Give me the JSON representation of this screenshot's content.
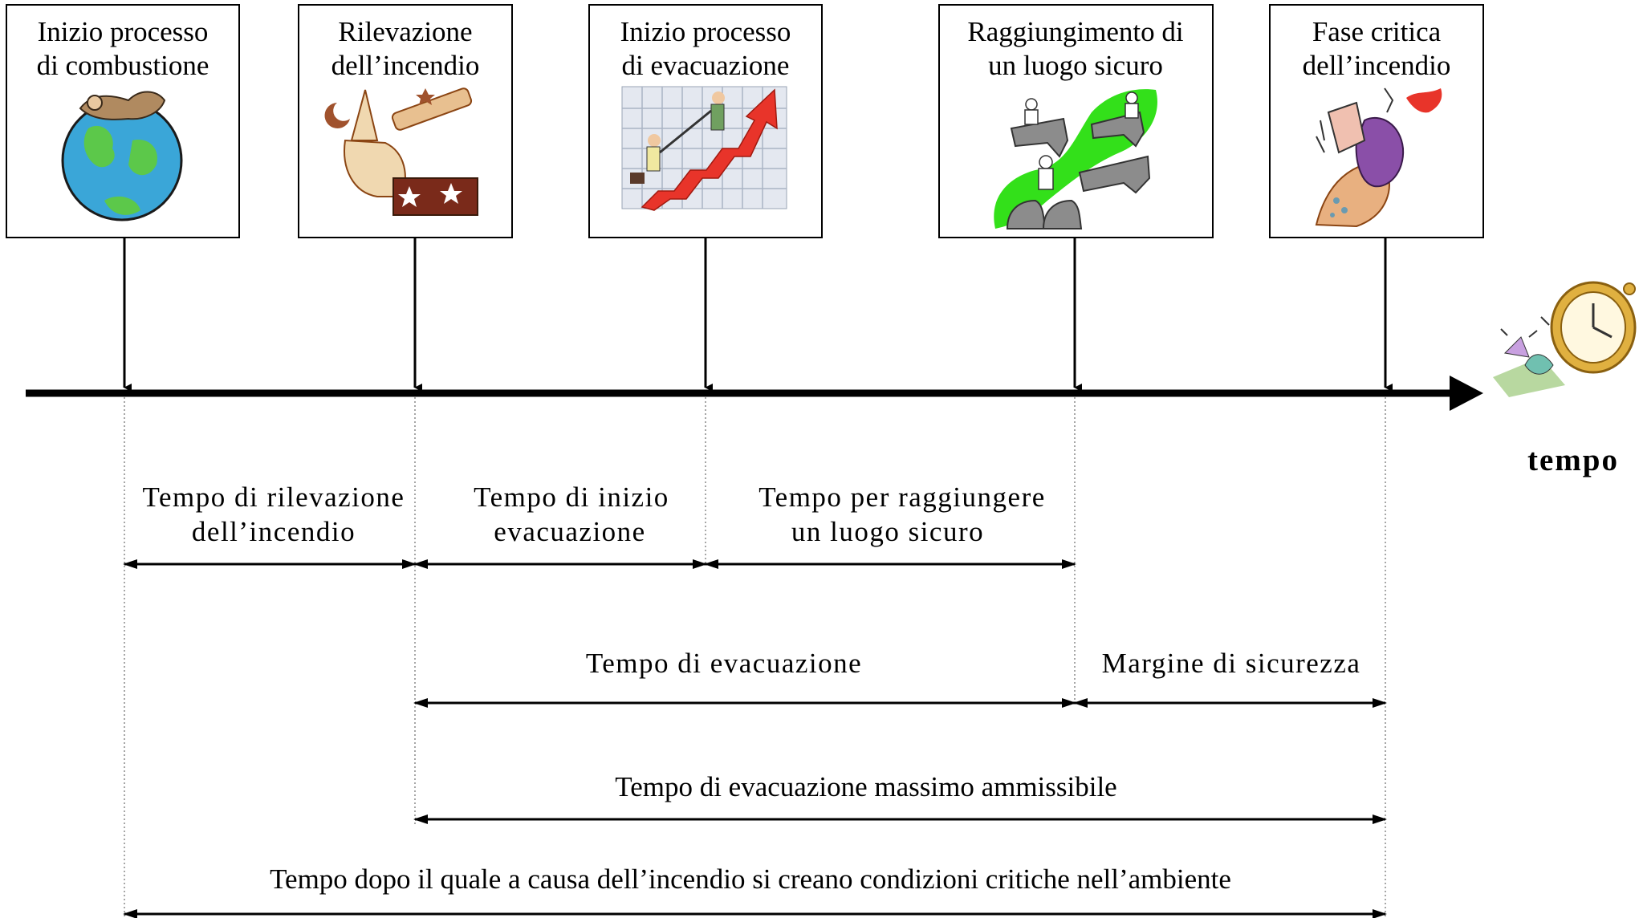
{
  "axis": {
    "label": "tempo"
  },
  "events": [
    {
      "line1": "Inizio processo",
      "line2": "di combustione",
      "picture": "globe-with-person-icon"
    },
    {
      "line1": "Rilevazione",
      "line2": "dell’incendio",
      "picture": "wizard-telescope-icon"
    },
    {
      "line1": "Inizio processo",
      "line2": "di evacuazione",
      "picture": "climbing-arrow-chart-icon"
    },
    {
      "line1": "Raggiungimento di",
      "line2": "un luogo sicuro",
      "picture": "people-on-bridges-icon"
    },
    {
      "line1": "Fase critica",
      "line2": "dell’incendio",
      "picture": "critical-fire-figure-icon"
    }
  ],
  "spans": {
    "rilevazione": {
      "line1": "Tempo di rilevazione",
      "line2": "dell’incendio"
    },
    "inizio_evacuazione": {
      "line1": "Tempo di inizio",
      "line2": "evacuazione"
    },
    "luogo_sicuro": {
      "line1": "Tempo per raggiungere",
      "line2": "un luogo sicuro"
    },
    "evacuazione": {
      "label": "Tempo di evacuazione"
    },
    "margine": {
      "label": "Margine di sicurezza"
    },
    "massimo": {
      "label": "Tempo di evacuazione massimo ammissibile"
    },
    "critico": {
      "label": "Tempo dopo il quale a causa dell’incendio si creano condizioni critiche nell’ambiente"
    }
  },
  "clock_icon": "flying-clock-icon",
  "colors": {
    "line": "#000000",
    "globe_blue": "#3aa6d8",
    "land_green": "#5cc84a",
    "arrow_red": "#e8342a",
    "bridge_gray": "#8c8c8c",
    "bright_green": "#33e01a",
    "purple": "#8a4fa8",
    "clock_gold": "#e0b040"
  }
}
